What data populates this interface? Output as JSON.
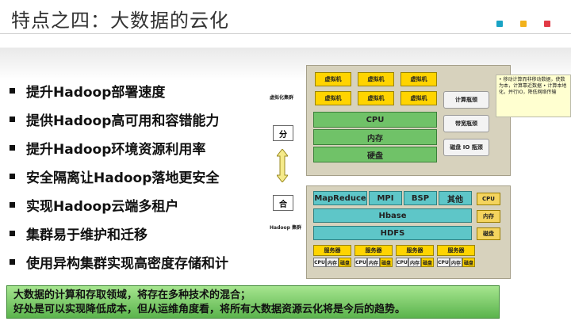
{
  "title": "特点之四：大数据的云化",
  "colors": {
    "dot1": "#19a3c5",
    "dot2": "#f2b21c",
    "dot3": "#e23a46"
  },
  "bullets": [
    "提升Hadoop部署速度",
    "提供Hadoop高可用和容错能力",
    "提升Hadoop环境资源利用率",
    "安全隔离让Hadoop落地更安全",
    "实现Hadoop云端多租户",
    "集群易于维护和迁移",
    "使用异构集群实现高密度存储和计"
  ],
  "diagram": {
    "virt_label": "虚拟化集群",
    "hadoop_label": "Hadoop 集群",
    "vm": "虚拟机",
    "cpu": "CPU",
    "mem": "内存",
    "disk": "硬盘",
    "side_compute": "计算瓶颈",
    "side_memory": "带宽瓶颈",
    "side_io": "磁盘 IO 瓶颈",
    "fen": "分",
    "he": "合",
    "frameworks": [
      "MapReduce",
      "MPI",
      "BSP",
      "其他"
    ],
    "hbase": "Hbase",
    "hdfs": "HDFS",
    "res_cpu": "CPU",
    "res_mem": "内存",
    "res_disk": "磁盘",
    "server": "服务器",
    "server_cpu": "CPU",
    "server_mem": "内存",
    "server_disk": "磁盘",
    "note": "• 移动计算而非移动数据，使数为本，计算靠近数据 • 计算本地化，并行IO，降低网络传输"
  },
  "summary": {
    "line1": "大数据的计算和存取领域，将存在多种技术的混合；",
    "line2": "好处是可以实现降低成本，但从运维角度看，将所有大数据资源云化将是今后的趋势。"
  }
}
